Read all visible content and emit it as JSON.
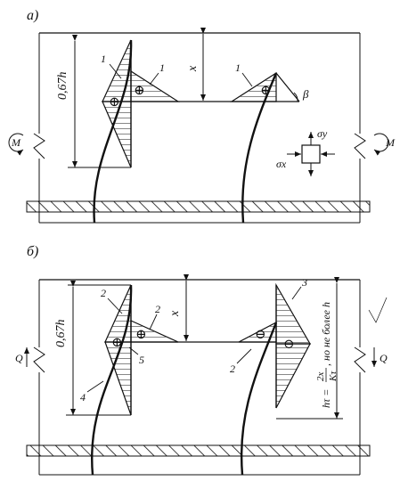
{
  "panel_a": {
    "label": "а)",
    "dim_height": "0,67h",
    "dim_x": "x",
    "moment_left": "M",
    "moment_right": "M",
    "angle": "β",
    "stress_y": "σy",
    "stress_x": "σx",
    "callouts": [
      "1",
      "1",
      "1"
    ],
    "signs": [
      "⊕",
      "⊕",
      "⊕"
    ]
  },
  "panel_b": {
    "label": "б)",
    "dim_height": "0,67h",
    "dim_x": "x",
    "shear_left": "Q",
    "shear_right": "Q",
    "callouts": [
      "2",
      "2",
      "2",
      "3",
      "4",
      "5"
    ],
    "signs": [
      "⊕",
      "⊕",
      "⊖",
      "⊖"
    ],
    "formula_lhs": "hτ =",
    "formula_num": "2x",
    "formula_den": "Kτ",
    "formula_tail": ", но не более h"
  }
}
